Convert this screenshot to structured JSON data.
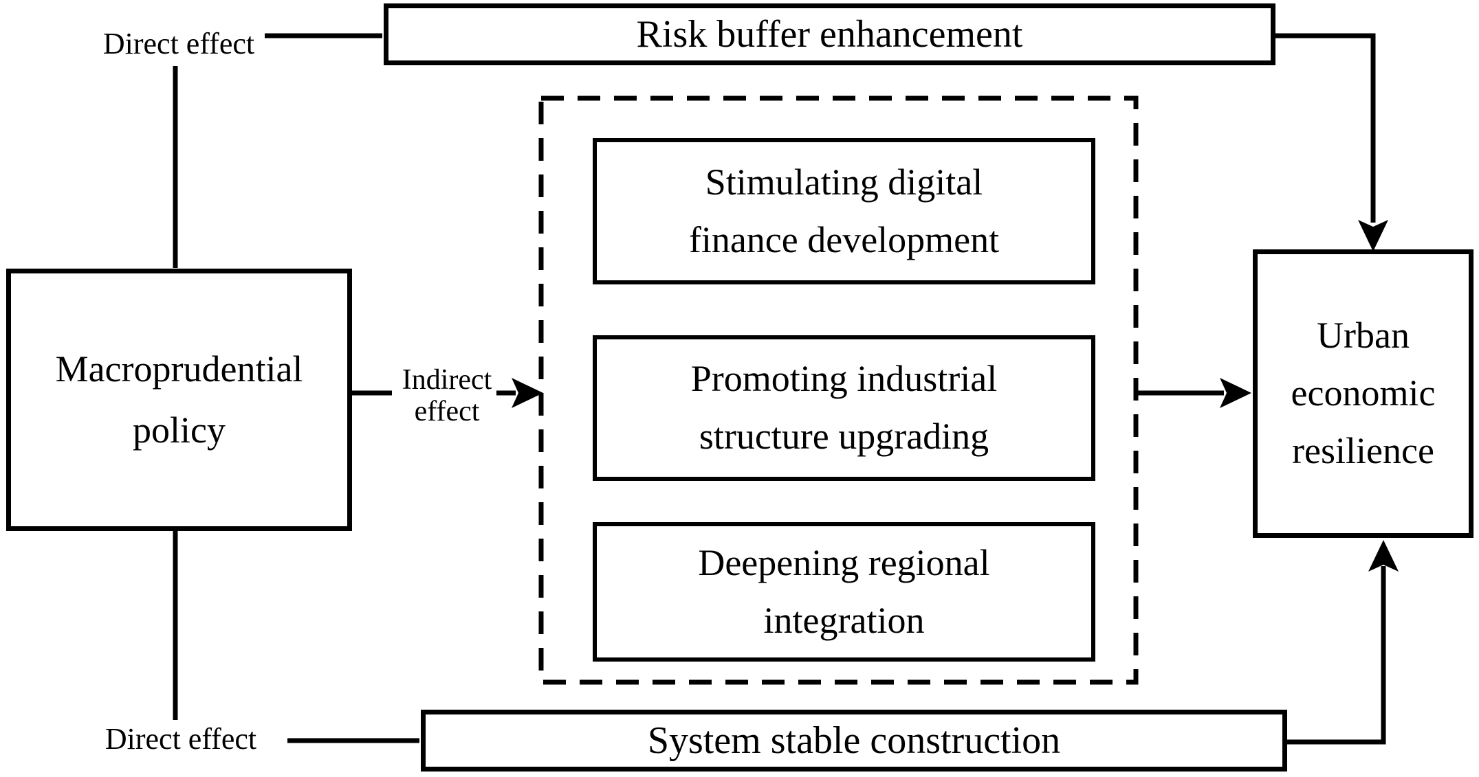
{
  "figure": {
    "type": "flow-diagram",
    "background_color": "#ffffff",
    "line_color": "#000000"
  },
  "nodes": {
    "macroprudential": {
      "lines": [
        "Macroprudential",
        "policy"
      ]
    },
    "risk_buffer": {
      "label": "Risk buffer enhancement"
    },
    "system_stable": {
      "label": "System stable construction"
    },
    "urban": {
      "lines": [
        "Urban",
        "economic",
        "resilience"
      ]
    },
    "mediators": [
      {
        "lines": [
          "Stimulating digital",
          "finance development"
        ]
      },
      {
        "lines": [
          "Promoting industrial",
          "structure upgrading"
        ]
      },
      {
        "lines": [
          "Deepening regional",
          "integration"
        ]
      }
    ]
  },
  "labels": {
    "direct_top": "Direct effect",
    "direct_bottom": "Direct effect",
    "indirect": [
      "Indirect",
      "effect"
    ]
  }
}
